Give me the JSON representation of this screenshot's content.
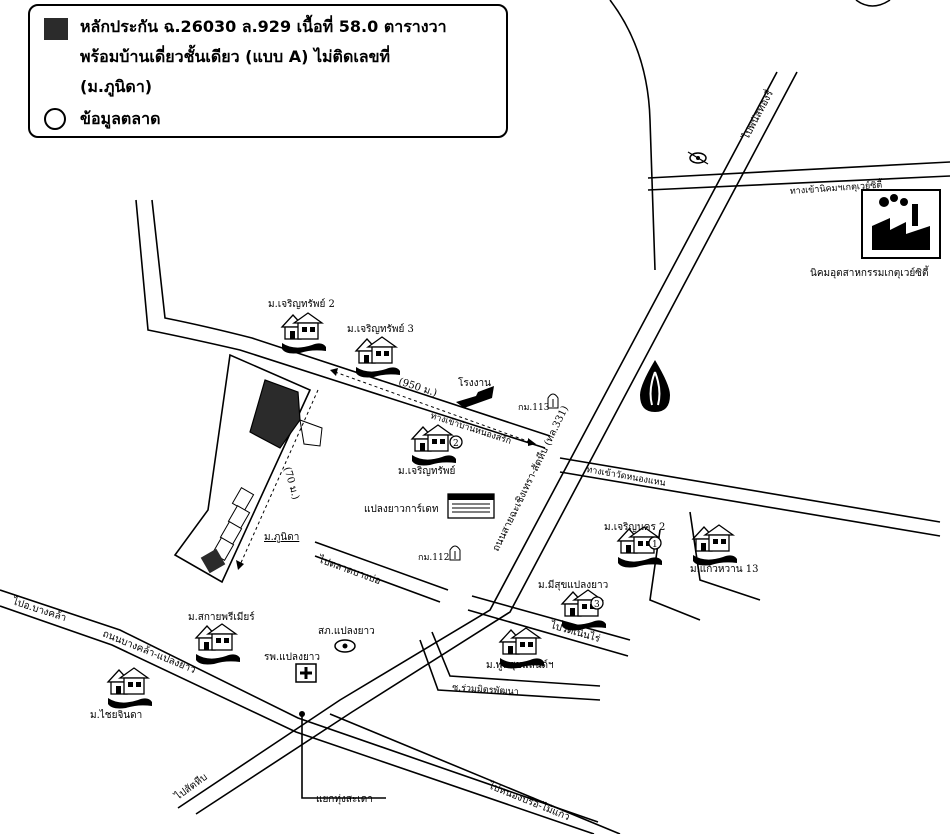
{
  "legend": {
    "line1": "หลักประกัน ฉ.26030 ล.929 เนื้อที่ 58.0 ตารางวา",
    "line2": "พร้อมบ้านเดี่ยวชั้นเดียว (แบบ A) ไม่ติดเลขที่",
    "line3": "(ม.ภูนิดา)",
    "line4": "ข้อมูลตลาด"
  },
  "labels": {
    "to_panthong": "ไปพนัสทองรื่",
    "road_industrial": "ทางเข้านิคมฯเกตุเวย์ซิตี้",
    "industrial_estate": "นิคมอุตสาหกรรมเกตุเวย์ซิตี้",
    "village_charoensap2": "ม.เจริญทรัพย์ 2",
    "village_charoensap3": "ม.เจริญทรัพย์ 3",
    "factory": "โรงงาน",
    "distance_950": "(950 ม.)",
    "road_nongsarak": "ทางเข้าบ้านหนองสรัก",
    "km113": "กม.113",
    "highway_331": "ถนนสายฉะเชิงเทรา-สัตหีบ (ทล.331)",
    "village_charoensap": "ม.เจริญทรัพย์",
    "road_wattanee": "ทางเข้าวัดหนองแหน",
    "plaengyao_market": "แปลงยาวการ์เดท",
    "distance_70": "(70 ม.)",
    "village_phunida": "ม.ภูนิดา",
    "km112": "กม.112",
    "to_bangbo_market": "ไปตลาดบางบ่อ",
    "village_charoennakorn2": "ม.เจริญนคร 2",
    "village_kaewwan13": "ม.แก้วหวาน 13",
    "village_meesuk": "ม.มีสุขแปลงยาว",
    "to_watnonrai": "ไปวัดเนินไร่",
    "village_phunsuk": "ม.พูนสุขแลนด์ฯ",
    "road_soi": "ซ.ร่วมมิตรพัฒนา",
    "to_bangkhla": "ไปอ.บางคล้า",
    "road_bangkhla": "ถนนบางคล้า-แปลงยาว",
    "village_sakai": "ม.สกายพรีเมียร์",
    "police": "สภ.แปลงยาว",
    "hospital": "รพ.แปลงยาว",
    "village_chaiyajinda": "ม.ไชยจินดา",
    "to_sattahip": "ไปสัตหีบ",
    "junction": "แยกทุ่งสะเดา",
    "to_nongbua": "ไปหนองปรือ-ไม้แก้ว",
    "num1": "1",
    "num2": "2",
    "num3": "3"
  },
  "colors": {
    "ink": "#000000",
    "lot": "#2b2b2b",
    "paper": "#ffffff"
  }
}
